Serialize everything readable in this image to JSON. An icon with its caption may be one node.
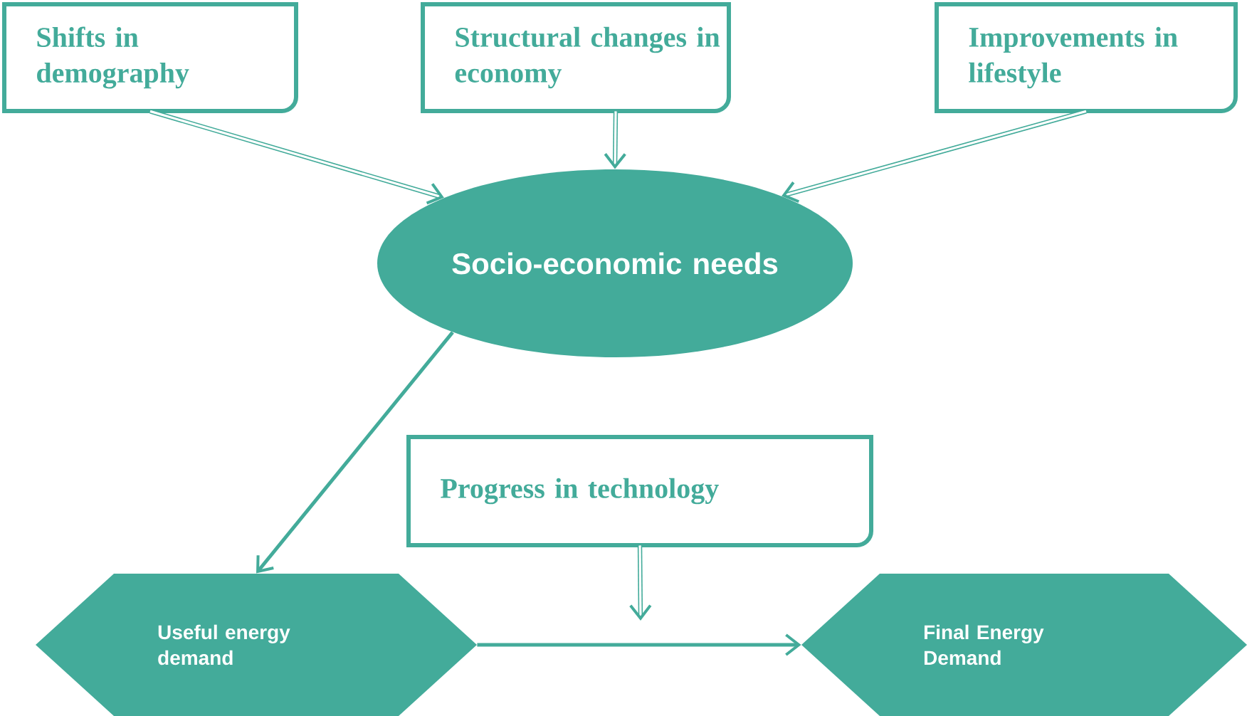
{
  "diagram": {
    "nodes": [
      {
        "text": [
          "Shifts in demography"
        ]
      },
      {
        "text": [
          "Structural changes in economy"
        ]
      },
      {
        "text": [
          "Improvements in lifestyle"
        ]
      },
      {
        "text": [
          "Socio-economic needs"
        ]
      },
      {
        "text": [
          "Useful energy demand"
        ]
      },
      {
        "text": [
          "Progress in technology"
        ]
      },
      {
        "text": [
          "Final Energy Demand"
        ]
      }
    ],
    "edges": [
      {
        "from": 0,
        "to": 3,
        "arrow": "to"
      },
      {
        "from": 1,
        "to": 3,
        "arrow": "to"
      },
      {
        "from": 2,
        "to": 3,
        "arrow": "to"
      },
      {
        "from": 3,
        "to": 4,
        "arrow": "to"
      },
      {
        "from": 4,
        "to": 6,
        "arrow": "to"
      },
      {
        "from": 5,
        "to": null,
        "arrow": "to"
      }
    ]
  }
}
